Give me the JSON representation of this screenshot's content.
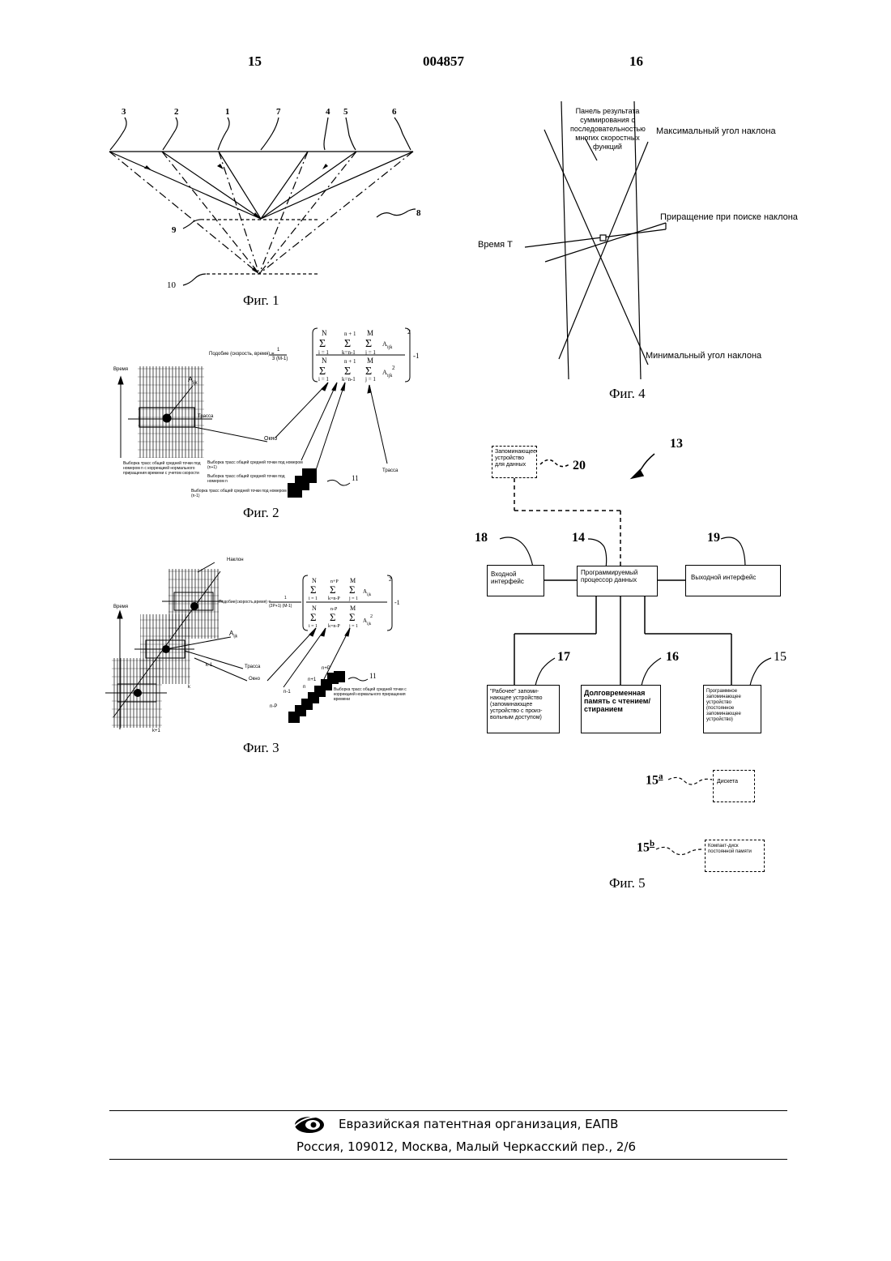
{
  "header": {
    "left_page": "15",
    "doc_number": "004857",
    "right_page": "16"
  },
  "fig1": {
    "caption": "Фиг. 1",
    "labels": {
      "n3": "3",
      "n2": "2",
      "n1": "1",
      "n7": "7",
      "n4": "4",
      "n5": "5",
      "n6": "6",
      "n8": "8",
      "n9": "9",
      "n10": "10"
    }
  },
  "fig2": {
    "caption": "Фиг. 2",
    "formula_lhs": "Подобие (скорость, время) =",
    "formula_coef": "1",
    "formula_den": "3 (M-1)",
    "time_label": "Время",
    "a_label": "A",
    "a_sub": "ijk",
    "trace_label": "Трасса",
    "window_label": "Окно",
    "trace_label2": "Трасса",
    "note_left": "Выборка трасс общей средней точки под номером n с коррекцией нормального приращения времени с учетом скорости",
    "note1": "Выборка трасс общей средней точки под номером (n+1)",
    "note2": "Выборка трасс общей средней точки под номером n",
    "note3": "Выборка трасс общей средней точки под номером (n-1)",
    "n11": "11"
  },
  "fig3": {
    "caption": "Фиг. 3",
    "slope_label": "Наклон",
    "time_label": "Время",
    "formula_lhs": "Подобие(скорость,время) =",
    "formula_coef": "1",
    "formula_den": "(2P+1) (M-1)",
    "a_label": "A",
    "a_sub": "ijk",
    "trace_label": "Трасса",
    "window_label": "Окно",
    "k_minus": "k-1",
    "k": "k",
    "k_plus": "k+1",
    "n_plus_p": "n+P",
    "n_plus_1": "n+1",
    "n": "n",
    "n_minus_1": "n-1",
    "n_minus_p": "n-P",
    "n11": "11",
    "note": "Выборка трасс общей средней точки с коррекцией нормального приращения времени"
  },
  "fig4": {
    "caption": "Фиг. 4",
    "panel_label": "Панель результата суммирования с последовательностью многих скоростных функций",
    "max_slope": "Максимальный угол наклона",
    "increment": "Приращение при поиске наклона",
    "time_t": "Время T",
    "min_slope": "Минимальный угол наклона"
  },
  "fig5": {
    "caption": "Фиг. 5",
    "n13": "13",
    "n20": "20",
    "n18": "18",
    "n14": "14",
    "n19": "19",
    "n17": "17",
    "n16": "16",
    "n15": "15",
    "n15a_base": "15",
    "n15a_sup": "a",
    "n15b_base": "15",
    "n15b_sup": "b",
    "storage_box": "Запоминающее устройство для данных",
    "input_box": "Входной интерфейс",
    "processor_box": "Программируемый процессор данных",
    "output_box": "Выходной интерфейс",
    "ram_box": "\"Рабочее\" запоми-нающее устройство (запоминающее устройство с произ-вольным доступом)",
    "longterm_box": "Долговременная память с чтением/стиранием",
    "program_box": "Программное запоминающее устройство (постоянное запоминающее устройство)",
    "floppy_box": "Дискета",
    "cdrom_box": "Компакт-диск постоянной памяти"
  },
  "footer": {
    "org": "Евразийская патентная организация, ЕАПВ",
    "address": "Россия, 109012, Москва, Малый Черкасский пер., 2/6"
  }
}
